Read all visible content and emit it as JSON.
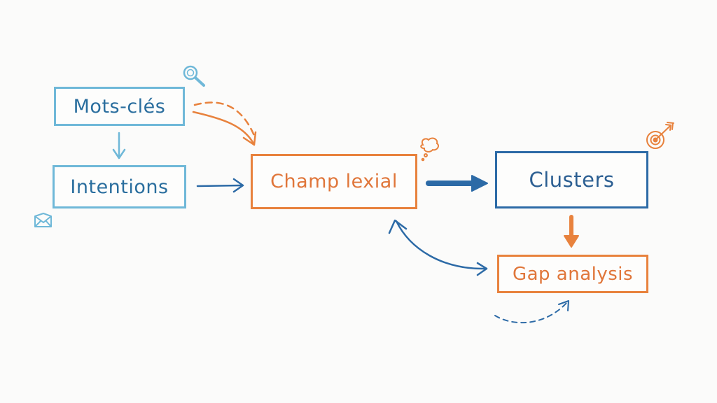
{
  "nodes": {
    "mots_cles": "Mots-clés",
    "intentions": "Intentions",
    "champ_lexial": "Champ lexial",
    "clusters": "Clusters",
    "gap_analysis": "Gap analysis"
  },
  "icons": {
    "search": "magnifier-icon",
    "envelope": "envelope-icon",
    "thought": "thought-bubble-icon",
    "target": "target-icon"
  },
  "colors": {
    "light_blue": "#6fb8d8",
    "dark_blue": "#2c6aa6",
    "orange": "#e8823d"
  }
}
